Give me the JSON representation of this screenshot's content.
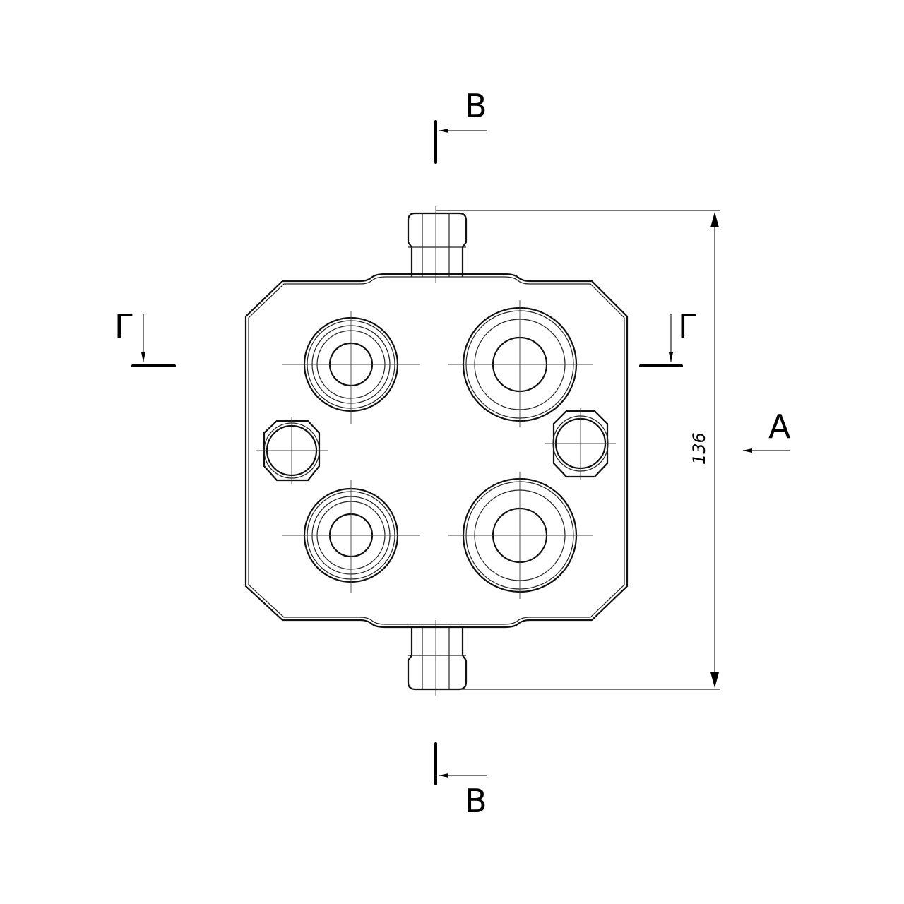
{
  "section_labels": {
    "top": "В",
    "bottom": "В",
    "left": "Г",
    "right": "Г",
    "view": "А"
  },
  "dimension": {
    "height_value": "136"
  }
}
